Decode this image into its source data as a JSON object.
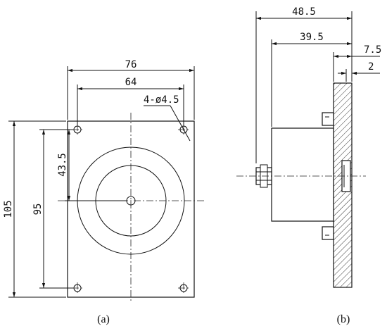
{
  "front_view": {
    "caption": "(a)",
    "dims": {
      "width_total": "76",
      "hole_spacing_x": "64",
      "holes": "4-ø4.5",
      "height_total": "105",
      "hole_spacing_y": "95",
      "center_offset": "43.5"
    }
  },
  "side_view": {
    "caption": "(b)",
    "dims": {
      "overall_depth": "48.5",
      "body_depth": "39.5",
      "plate_ext": "7.5",
      "plate_thickness": "2"
    }
  }
}
